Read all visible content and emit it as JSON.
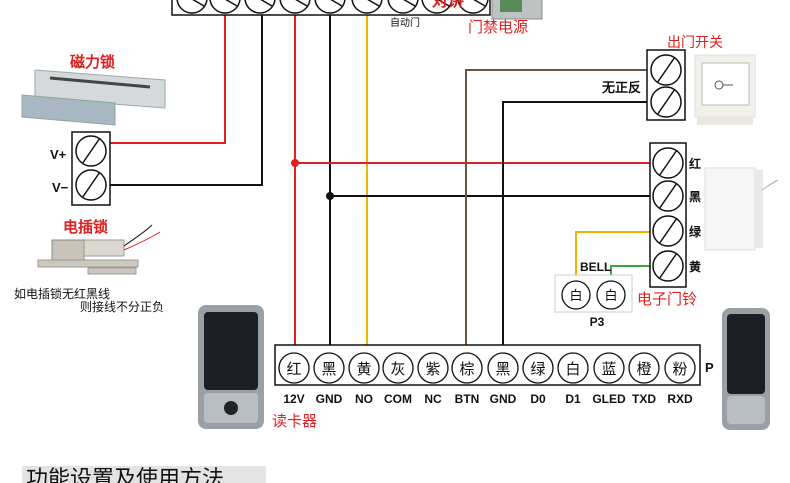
{
  "top": {
    "auto_door": "自动门",
    "power_label": "门禁电源",
    "top_cut_label": "对讲"
  },
  "maglock": {
    "title": "磁力锁",
    "v_plus": "V+",
    "v_minus": "V−"
  },
  "bolt": {
    "title": "电插锁",
    "note_line1": "如电插锁无红黑线",
    "note_line2": "则接线不分正负"
  },
  "exit_button": {
    "title": "出门开关",
    "polarity": "无正反"
  },
  "bell": {
    "title": "电子门铃",
    "terminal_labels": [
      "红",
      "黑",
      "绿",
      "黄"
    ],
    "bell_label": "BELL",
    "p3_pins": [
      "白",
      "白"
    ],
    "p3_label": "P3"
  },
  "reader": {
    "title": "读卡器",
    "port_label": "P",
    "pins": [
      {
        "color": "红",
        "signal": "12V"
      },
      {
        "color": "黑",
        "signal": "GND"
      },
      {
        "color": "黄",
        "signal": "NO"
      },
      {
        "color": "灰",
        "signal": "COM"
      },
      {
        "color": "紫",
        "signal": "NC"
      },
      {
        "color": "棕",
        "signal": "BTN"
      },
      {
        "color": "黑",
        "signal": "GND"
      },
      {
        "color": "绿",
        "signal": "D0"
      },
      {
        "color": "白",
        "signal": "D1"
      },
      {
        "color": "蓝",
        "signal": "GLED"
      },
      {
        "color": "橙",
        "signal": "TXD"
      },
      {
        "color": "粉",
        "signal": "RXD"
      }
    ]
  },
  "footer": {
    "heading": "功能设置及使用方法"
  },
  "colors": {
    "red_wire": "#e02020",
    "black_wire": "#111111",
    "yellow_wire": "#f0b400",
    "brown_wire": "#6b5440",
    "green_wire": "#3aa83a",
    "label_red": "#e02020"
  }
}
